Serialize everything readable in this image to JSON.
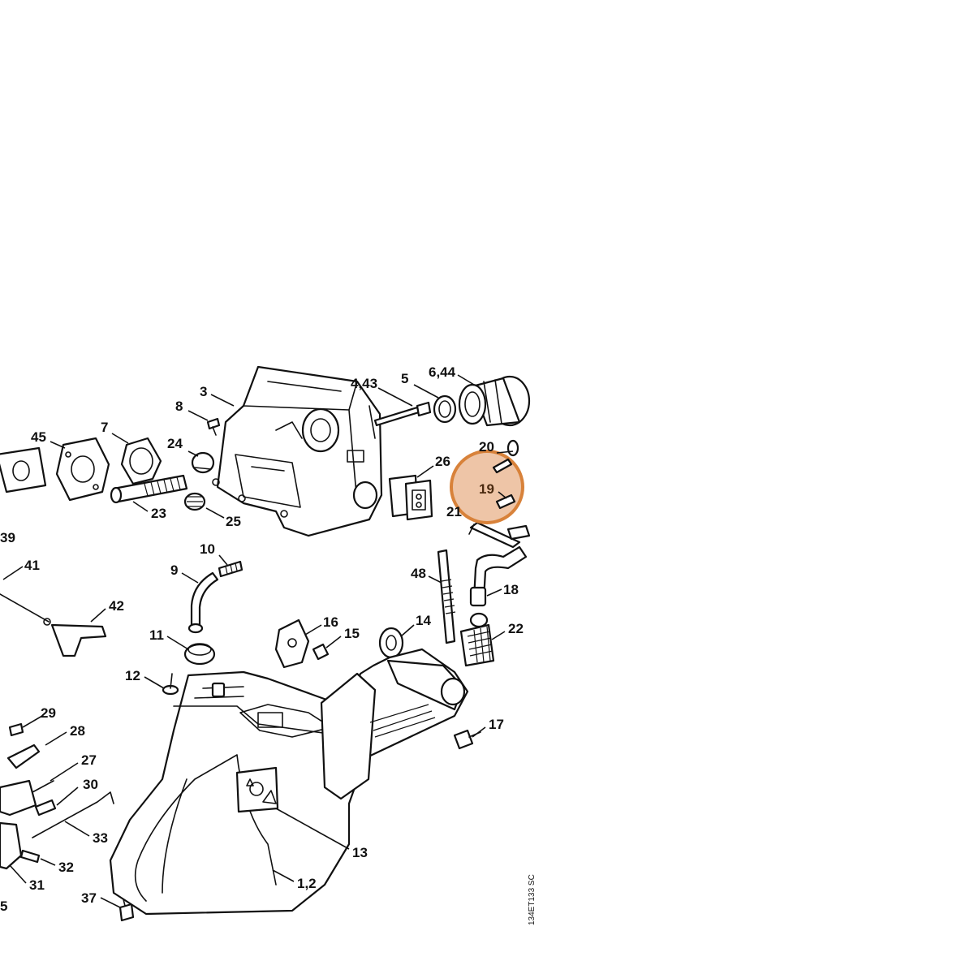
{
  "diagram": {
    "doc_code": "134ET133 SC",
    "highlight": {
      "label": "19",
      "color": "#d8823a"
    },
    "callouts": {
      "c3": "3",
      "c8": "8",
      "c4_43": "4,43",
      "c5": "5",
      "c6_44": "6,44",
      "c45": "45",
      "c7": "7",
      "c24": "24",
      "c20": "20",
      "c26": "26",
      "c19": "19",
      "c21": "21",
      "c23": "23",
      "c25": "25",
      "c39": "39",
      "c41": "41",
      "c10": "10",
      "c9": "9",
      "c48": "48",
      "c18": "18",
      "c42": "42",
      "c16": "16",
      "c15": "15",
      "c14": "14",
      "c11": "11",
      "c22": "22",
      "c12": "12",
      "c29": "29",
      "c28": "28",
      "c17": "17",
      "c27": "27",
      "c30": "30",
      "c33": "33",
      "c13": "13",
      "c32": "32",
      "c31": "31",
      "c1_2": "1,2",
      "c37": "37",
      "c5b": "5"
    }
  }
}
